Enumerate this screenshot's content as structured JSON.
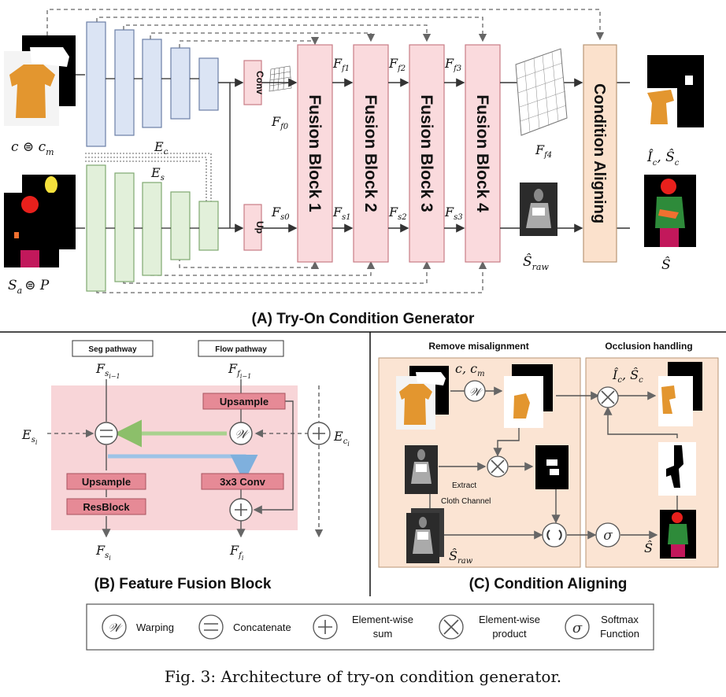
{
  "panel_a": {
    "title": "(A) Try-On Condition Generator",
    "input_cloth": "c ⊜ c",
    "input_cloth_sub": "m",
    "input_seg": "S",
    "input_seg_sub": "a",
    "input_seg_rest": "⊜ P",
    "enc_c": "E",
    "enc_c_sub": "c",
    "enc_s": "E",
    "enc_s_sub": "s",
    "conv": "Conv",
    "up": "Up",
    "fusion_blocks": [
      "Fusion Block 1",
      "Fusion Block 2",
      "Fusion Block 3",
      "Fusion Block 4"
    ],
    "flow_labels": [
      "f0",
      "f1",
      "f2",
      "f3",
      "f4"
    ],
    "seg_labels": [
      "s0",
      "s1",
      "s2",
      "s3"
    ],
    "F": "F",
    "condition_aligning": "Condition Aligning",
    "s_raw_label": "Ŝ",
    "s_raw_sub": "raw",
    "out_top": "Î",
    "out_top_sub1": "c",
    "out_top_mid": ", Ŝ",
    "out_top_sub2": "c",
    "out_bottom": "Ŝ"
  },
  "panel_b": {
    "title": "(B) Feature Fusion Block",
    "seg_pathway": "Seg pathway",
    "flow_pathway": "Flow pathway",
    "upsample_flow": "Upsample",
    "conv3": "3x3 Conv",
    "upsample_seg": "Upsample",
    "resblock": "ResBlock",
    "F": "F",
    "E": "E",
    "seg_in_sub": "s",
    "seg_in_subsub": "i−1",
    "flow_in_sub": "f",
    "flow_in_subsub": "i−1",
    "e_s_sub": "s",
    "e_s_subsub": "i",
    "e_c_sub": "c",
    "e_c_subsub": "i",
    "seg_out_sub": "s",
    "seg_out_subsub": "i",
    "flow_out_sub": "f",
    "flow_out_subsub": "i"
  },
  "panel_c": {
    "title": "(C) Condition Aligning",
    "remove": "Remove misalignment",
    "occlusion": "Occlusion handling",
    "c_cm": "c, c",
    "c_cm_sub": "m",
    "extract": "Extract",
    "cloth_channel": "Cloth Channel",
    "s_raw": "Ŝ",
    "s_raw_sub": "raw",
    "out_top": "Î",
    "out_top_sub1": "c",
    "out_top_mid": ", Ŝ",
    "out_top_sub2": "c",
    "out_bottom": "Ŝ"
  },
  "legend": {
    "warping": "Warping",
    "concatenate": "Concatenate",
    "sum_line1": "Element-wise",
    "sum_line2": "sum",
    "product_line1": "Element-wise",
    "product_line2": "product",
    "softmax_line1": "Softmax",
    "softmax_line2": "Function",
    "w_symbol": "𝒲",
    "sigma_symbol": "σ"
  },
  "caption": "Fig. 3: Architecture of try-on condition generator.",
  "colors": {
    "enc_c": "#dbe4f4",
    "enc_s": "#e2f0da",
    "fusion": "#fadadd",
    "cond_align": "#fbe1cc",
    "pink_panel": "#f8d5d8",
    "peach_panel": "#fbe4d3",
    "pink_box": "#e68a96",
    "green_arrow": "#a9d18e",
    "blue_arrow": "#9dc3e6",
    "orange_cloth": "#e3962f",
    "body_green": "#2e8b3a",
    "body_red": "#e8201c",
    "body_pink": "#c2185b",
    "body_yellow": "#f5e13c"
  }
}
